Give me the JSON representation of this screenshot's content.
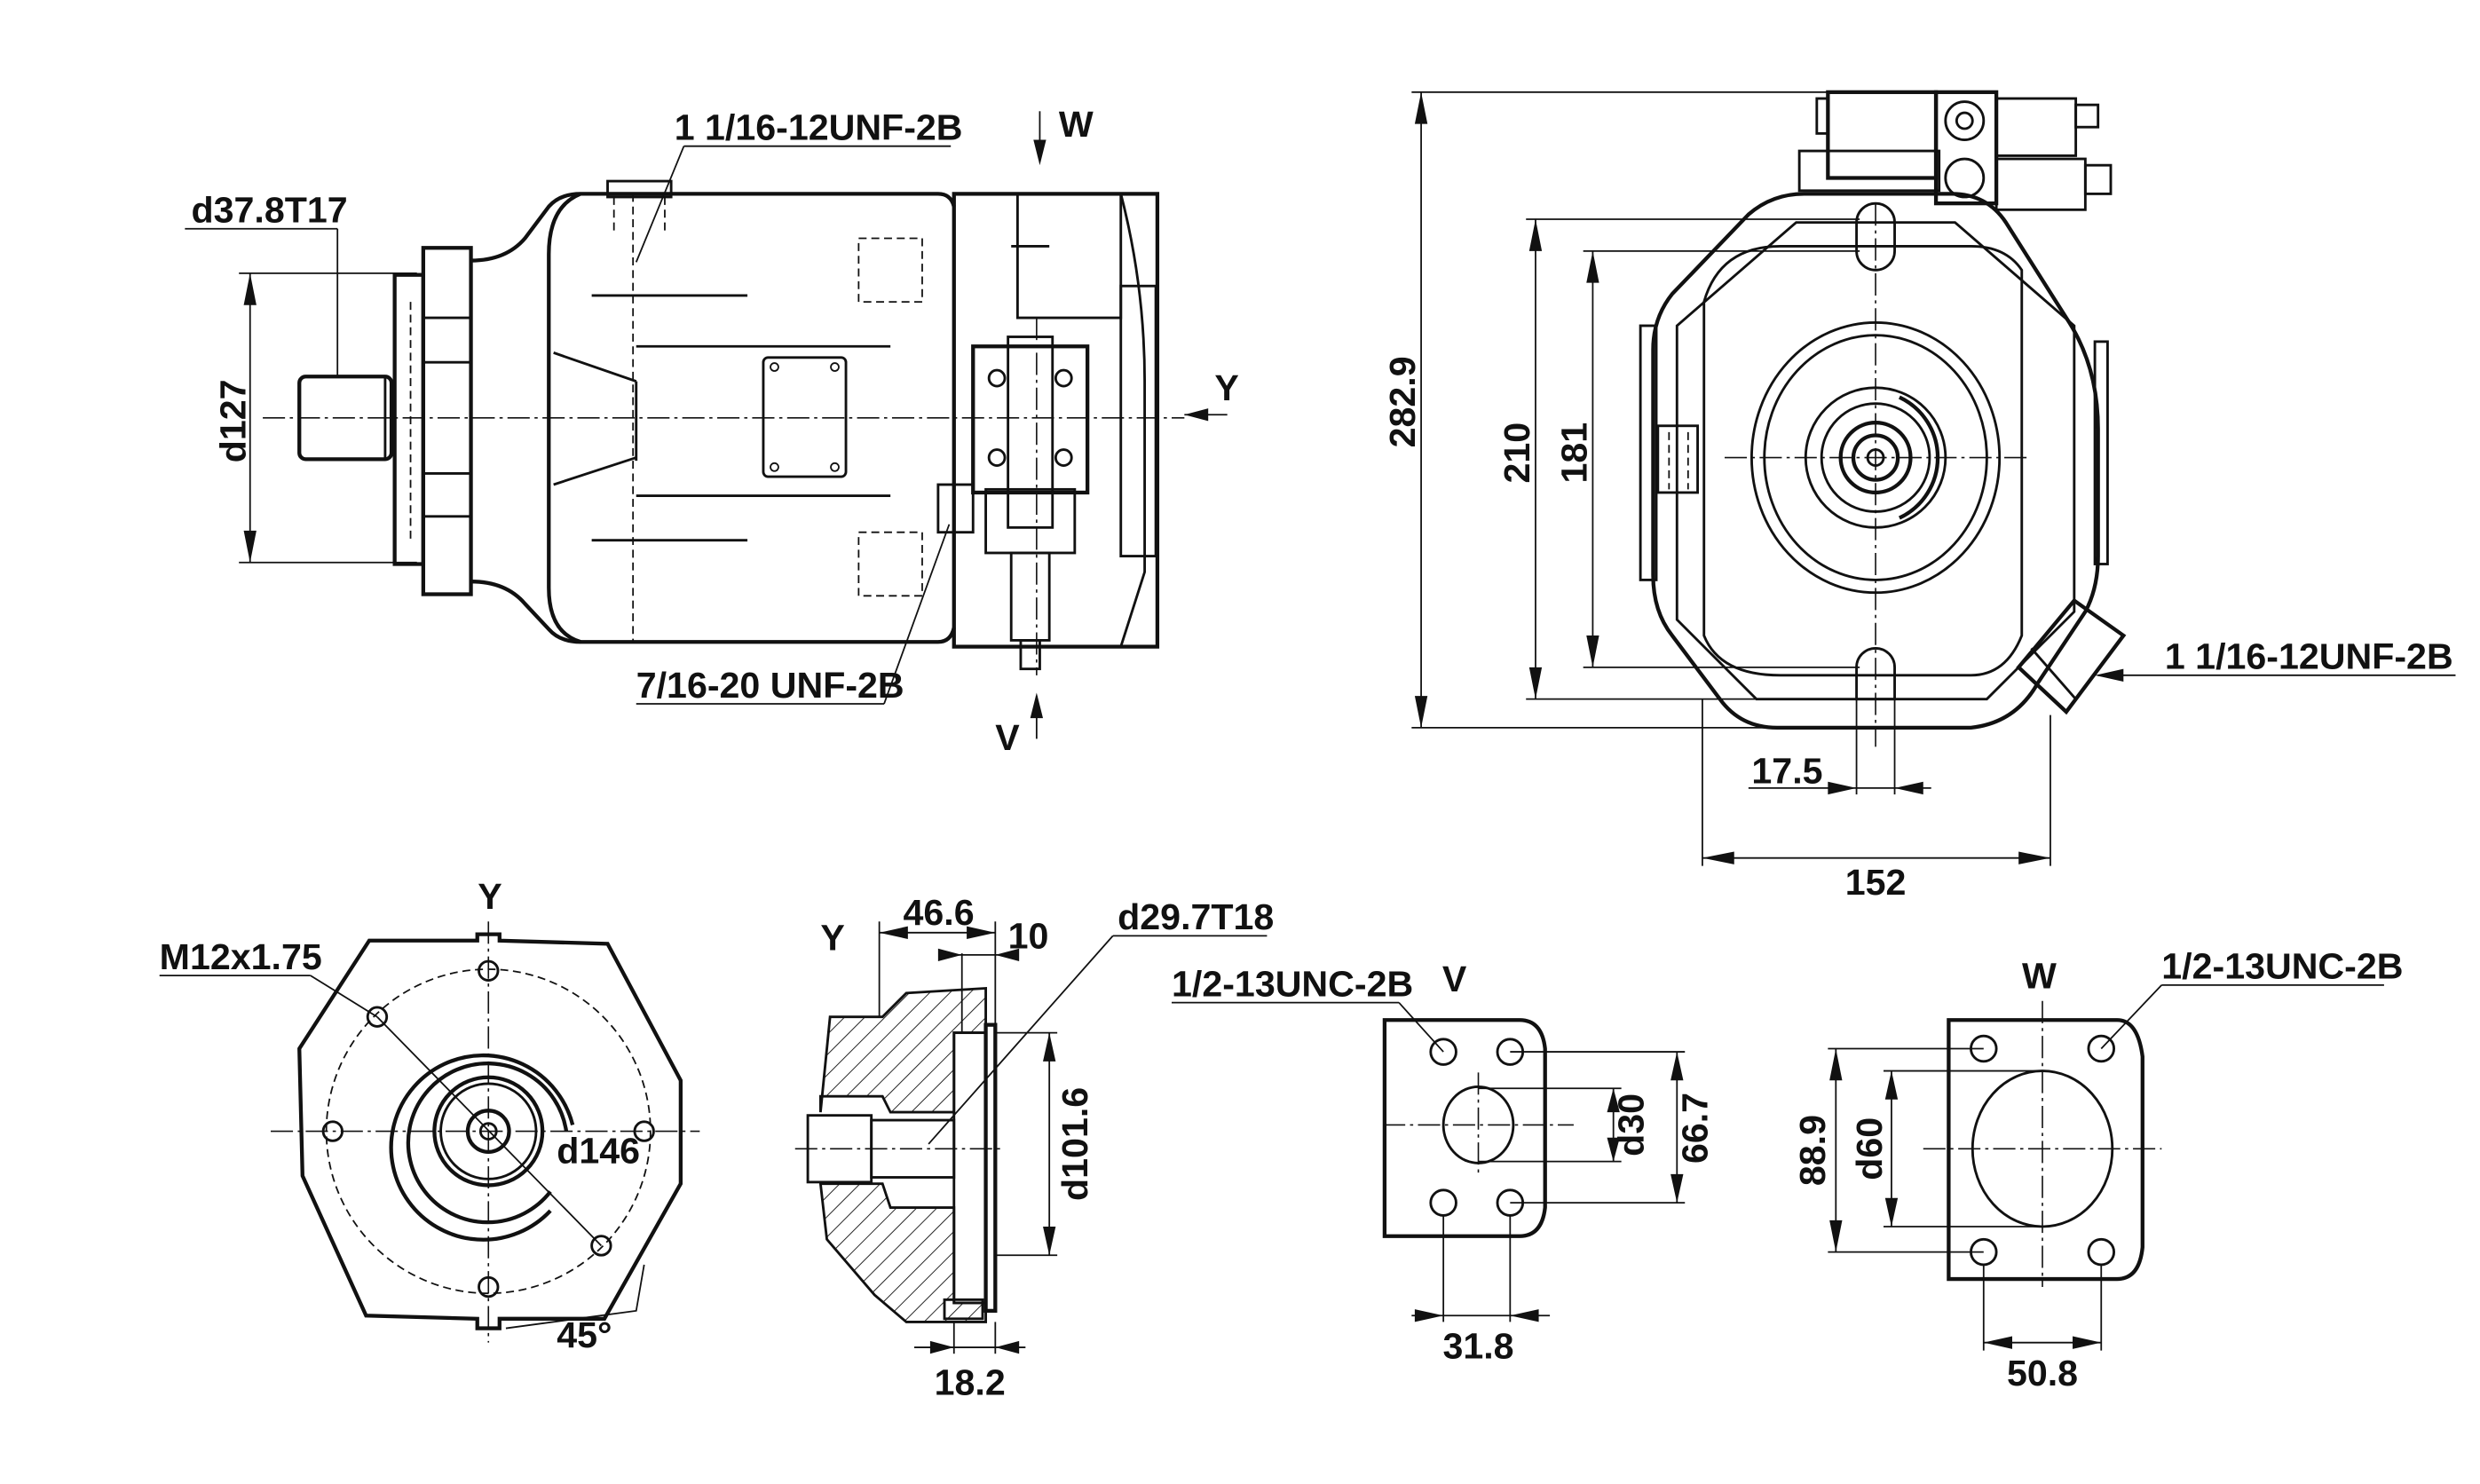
{
  "drawing": {
    "side_view": {
      "port_top_thread": "1 1/16-12UNF-2B",
      "shaft_spline": "d37.8T17",
      "pilot_diameter": "d127",
      "gauge_port_thread": "7/16-20 UNF-2B",
      "view_marker_w": "W",
      "view_marker_y": "Y",
      "view_marker_v": "V"
    },
    "end_view": {
      "overall_height": "282.9",
      "bolt_spacing_outer": "210",
      "bolt_spacing_inner": "181",
      "port_thread": "1 1/16-12UNF-2B",
      "slot_offset": "17.5",
      "body_width": "152"
    },
    "view_y_flange": {
      "title": "Y",
      "thread": "M12x1.75",
      "bolt_circle": "d146",
      "angle": "45°"
    },
    "view_y_section": {
      "title": "Y",
      "depth": "46.6",
      "step": "10",
      "spline": "d29.7T18",
      "pilot": "d101.6",
      "flange_offset": "18.2"
    },
    "view_v": {
      "title": "V",
      "thread": "1/2-13UNC-2B",
      "bore": "d30",
      "hole_spacing_v": "66.7",
      "hole_spacing_h": "31.8"
    },
    "view_w": {
      "title": "W",
      "thread": "1/2-13UNC-2B",
      "hole_spacing_v": "88.9",
      "bore": "d60",
      "hole_spacing_h": "50.8"
    }
  }
}
